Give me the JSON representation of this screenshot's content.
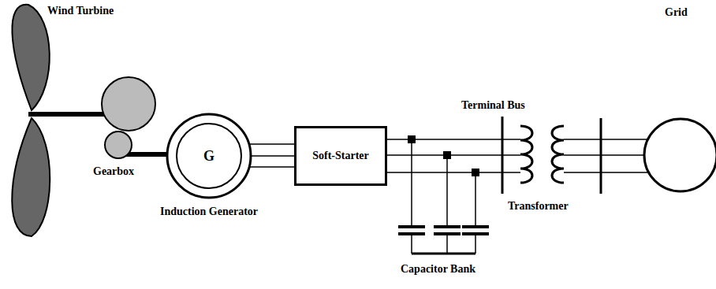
{
  "diagram": {
    "nodes": [
      {
        "text": [
          "G",
          "Induction Generator"
        ]
      },
      {
        "text": [
          "Soft-Starter"
        ]
      },
      {
        "text": [
          "Grid"
        ]
      }
    ],
    "edges": [
      {
        "from": 0,
        "to": 1,
        "arrow": "none"
      }
    ],
    "labels": [
      "Wind Turbine",
      "Gearbox",
      "Terminal Bus",
      "Transformer",
      "Capacitor Bank"
    ]
  }
}
